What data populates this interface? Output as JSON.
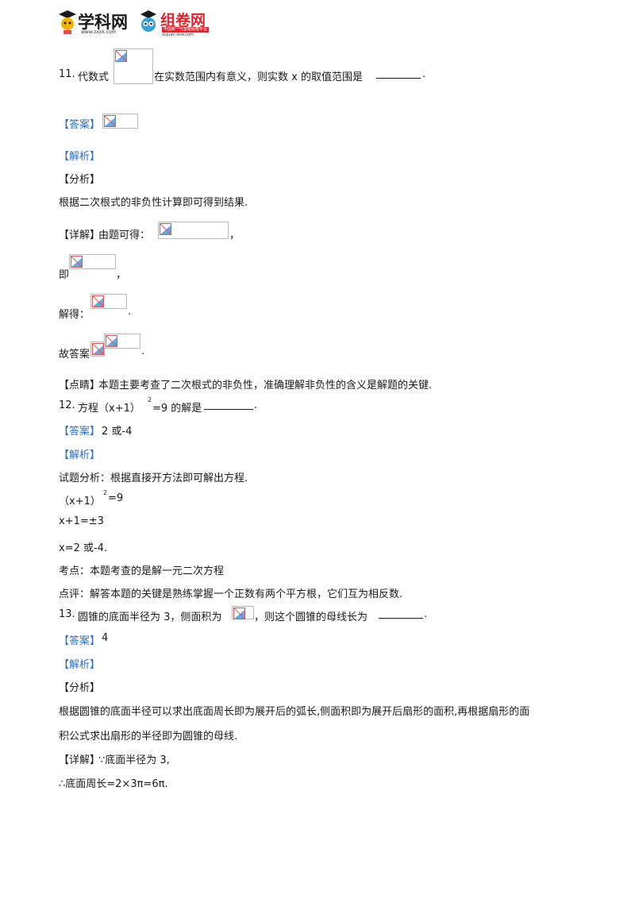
{
  "header": {
    "logo1_text": "学科网",
    "logo1_url": "www.zxxk.com",
    "logo2_text": "组卷网",
    "logo2_sub": "中国新一代智能组卷平台",
    "logo2_url": "zujuan.xkw.com"
  },
  "q11": {
    "num": "11.",
    "pre": "代数式",
    "mid": "在实数范围内有意义，则实数 x 的取值范围是",
    "end": ".",
    "answer_label": "【答案】",
    "analysis_label": "【解析】",
    "fenxi_label": "【分析】",
    "fenxi_text": "根据二次根式的非负性计算即可得到结果.",
    "xiangjie_label": "【详解】",
    "xiangjie_text": "由题可得：",
    "comma": "，",
    "ji": "即",
    "jiede": "解得：",
    "period": ".",
    "guda": "故答案",
    "dianjing_label": "【点睛】",
    "dianjing_text": "本题主要考查了二次根式的非负性，准确理解非负性的含义是解题的关键."
  },
  "q12": {
    "num": "12.",
    "text_a": "方程（x+1）",
    "sup": "2",
    "text_b": "=9 的解是",
    "end": ".",
    "answer_label": "【答案】",
    "answer": "2 或-4",
    "analysis_label": "【解析】",
    "line1": "试题分析：根据直接开方法即可解出方程.",
    "line2a": "（x+1）",
    "line2sup": "2",
    "line2b": "=9",
    "line3": "x+1=±3",
    "line4": "x=2 或-4.",
    "line5": "考点：本题考查的是解一元二次方程",
    "line6": "点评：解答本题的关键是熟练掌握一个正数有两个平方根，它们互为相反数."
  },
  "q13": {
    "num": "13.",
    "pre": "圆锥的底面半径为 3，侧面积为",
    "mid": "，则这个圆锥的母线长为",
    "end": ".",
    "answer_label": "【答案】",
    "answer": "4",
    "analysis_label": "【解析】",
    "fenxi_label": "【分析】",
    "fenxi_1": "根据圆锥的底面半径可以求出底面周长即为展开后的弧长,侧面积即为展开后扇形的面积,再根据扇形的面",
    "fenxi_2": "积公式求出扇形的半径即为圆锥的母线.",
    "xiangjie_label": "【详解】",
    "xiangjie_text": "∵底面半径为 3,",
    "last": "∴底面周长=2×3π=6π."
  }
}
